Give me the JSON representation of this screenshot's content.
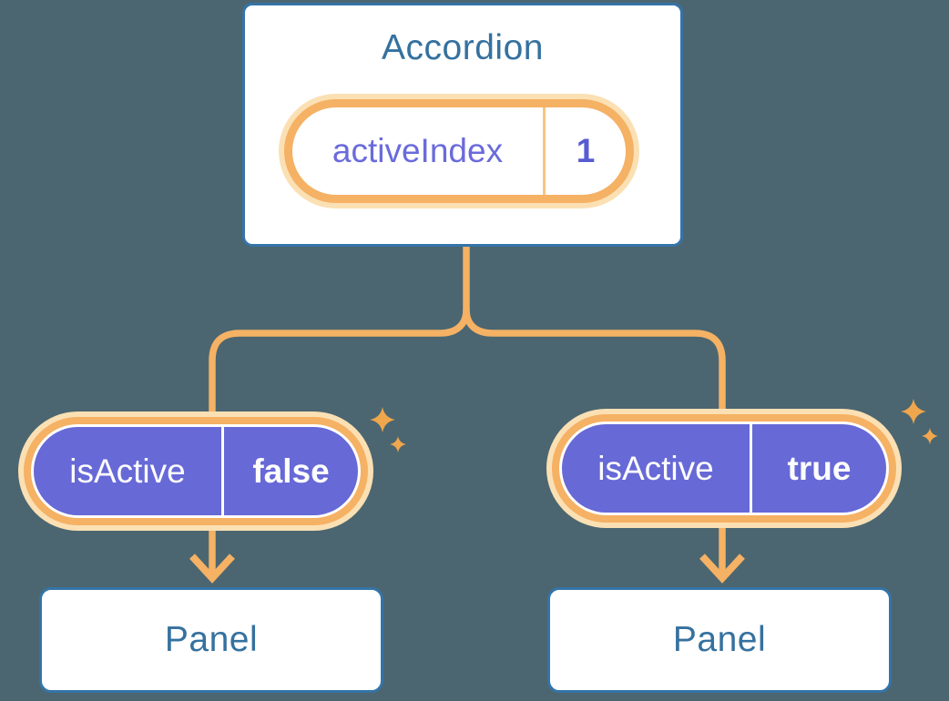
{
  "colors": {
    "background": "#4B6670",
    "accent_orange": "#F5B164",
    "glow_orange": "#FBE0B4",
    "sparkle_orange": "#F0A64C",
    "node_purple": "#6769D7",
    "label_blue": "#35719F",
    "border_blue": "#3474A8",
    "state_label_purple": "#6A6BDB",
    "state_value_purple": "#585CD1"
  },
  "diagram": {
    "root": {
      "title": "Accordion",
      "state_pill": {
        "label": "activeIndex",
        "value": "1"
      }
    },
    "branches": [
      {
        "prop_pill": {
          "label": "isActive",
          "value": "false"
        },
        "panel": {
          "label": "Panel"
        }
      },
      {
        "prop_pill": {
          "label": "isActive",
          "value": "true"
        },
        "panel": {
          "label": "Panel"
        }
      }
    ]
  }
}
